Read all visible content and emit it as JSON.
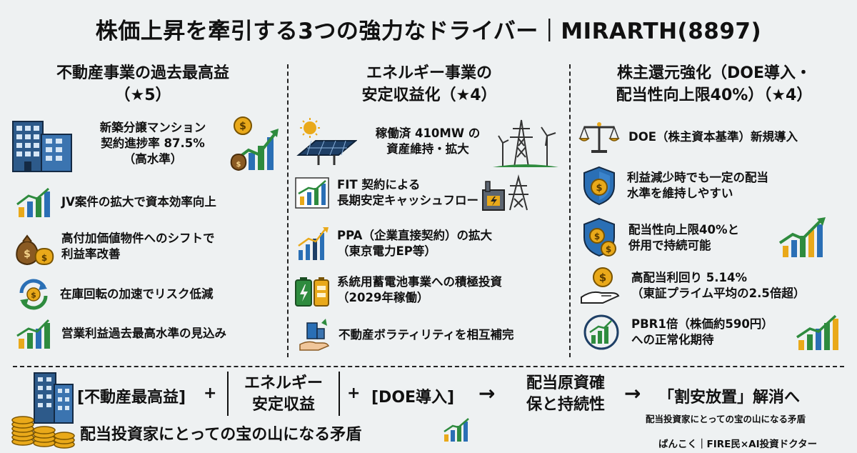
{
  "title": "株価上昇を牽引する3つの強力なドライバー｜MIRARTH(8897)",
  "col1": {
    "heading_l1": "不動産事業の過去最高益",
    "heading_l2": "（★5）",
    "items": [
      {
        "l1": "新築分譲マンション",
        "l2": "契約進捗率 87.5%",
        "l3": "（高水準）"
      },
      {
        "l1": "JV案件の拡大で資本効率向上"
      },
      {
        "l1": "高付加価値物件へのシフトで",
        "l2": "利益率改善"
      },
      {
        "l1": "在庫回転の加速でリスク低減"
      },
      {
        "l1": "営業利益過去最高水準の見込み"
      }
    ]
  },
  "col2": {
    "heading_l1": "エネルギー事業の",
    "heading_l2": "安定収益化（★4）",
    "items": [
      {
        "l1": "稼働済 410MW の",
        "l2": "資産維持・拡大"
      },
      {
        "l1": "FIT 契約による",
        "l2": "長期安定キャッシュフロー"
      },
      {
        "l1": "PPA（企業直接契約）の拡大",
        "l2": "（東京電力EP等）"
      },
      {
        "l1": "系統用蓄電池事業への積極投資",
        "l2": "（2029年稼働）"
      },
      {
        "l1": "不動産ボラティリティを相互補完"
      }
    ]
  },
  "col3": {
    "heading_l1": "株主還元強化（DOE導入・",
    "heading_l2": "配当性向上限40%）（★4）",
    "items": [
      {
        "l1": "DOE（株主資本基準）新規導入"
      },
      {
        "l1": "利益減少時でも一定の配当",
        "l2": "水準を維持しやすい"
      },
      {
        "l1": "配当性向上限40%と",
        "l2": "併用で持続可能"
      },
      {
        "l1": "高配当利回り 5.14%",
        "l2": "（東証プライム平均の2.5倍超）"
      },
      {
        "l1": "PBR1倍（株価約590円）",
        "l2": "への正常化期待"
      }
    ]
  },
  "bottom": {
    "part1": "[不動産最高益]",
    "plus": "+",
    "part2_l1": "エネルギー",
    "part2_l2": "安定収益",
    "part3": "[DOE導入]",
    "arrow": "→",
    "result_l1": "配当原資確",
    "result_l2": "保と持続性",
    "final": "「割安放置」解消へ",
    "final_sub": "配当投資家にとっての宝の山になる矛盾",
    "caption": "配当投資家にとっての宝の山になる矛盾",
    "credit": "ばんこく｜FIRE民×AI投資ドクター"
  },
  "colors": {
    "navy": "#1e3f66",
    "green": "#2e8b3e",
    "gold": "#e9a91a",
    "blue": "#2a6fb5"
  }
}
